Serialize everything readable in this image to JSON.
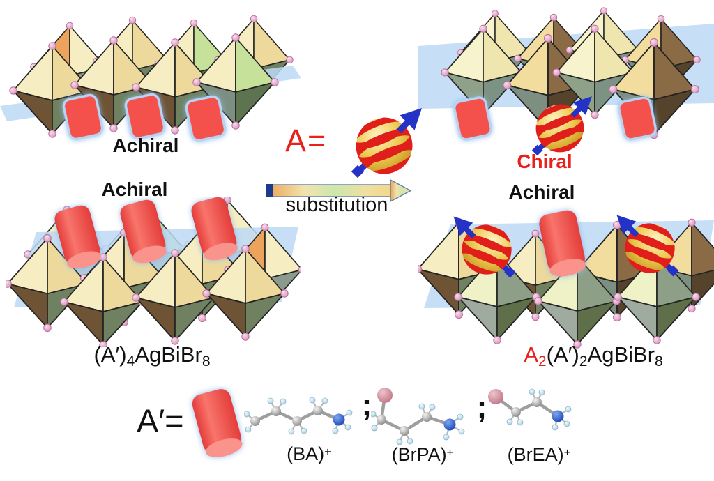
{
  "figure": {
    "type": "scientific-diagram",
    "topic": "Achiral-to-chiral cation substitution in layered double perovskites"
  },
  "palette": {
    "accent_red": "#e8211d",
    "text_black": "#111111",
    "plane_blue": "#bcd9f4",
    "octahedron_cream": "#f6eec2",
    "octahedron_tan": "#edd99c",
    "octahedron_orange": "#eca45d",
    "octahedron_green": "#c5e19a",
    "octahedron_brown": "#6e5335",
    "octahedron_olive": "#6f8160",
    "vertex_pink": "#f2c6dc",
    "spacer_red": "#f4514d",
    "glow_blue": "#8fbceb",
    "arrow_blue": "#2433c6",
    "sphere_gold": "#ecc84e",
    "ribbon_red": "#e01e1a",
    "carbon_gray": "#8b8b8b",
    "nitrogen_blue": "#1b47bb",
    "bromine_pink": "#c07888",
    "hydrogen_lightblue": "#a9cfe2"
  },
  "center": {
    "a_label": "A=",
    "arrow_label": "substitution"
  },
  "panels": {
    "top_left": {
      "label": "Achiral"
    },
    "bottom_left": {
      "label": "Achiral",
      "formula": {
        "group": "(A′)",
        "sub1": "4",
        "body": "AgBiBr",
        "sub2": "8"
      }
    },
    "top_right": {
      "label": "Chiral"
    },
    "bottom_right": {
      "label": "Achiral",
      "formula": {
        "a": "A",
        "a_sub": "2",
        "group": "(A′)",
        "sub1": "2",
        "body": "AgBiBr",
        "sub2": "8"
      }
    }
  },
  "legend": {
    "a_prime_label": "A′=",
    "separator": ";",
    "molecules": [
      {
        "name": "(BA)",
        "charge": "+"
      },
      {
        "name": "(BrPA)",
        "charge": "+"
      },
      {
        "name": "(BrEA)",
        "charge": "+"
      }
    ]
  }
}
